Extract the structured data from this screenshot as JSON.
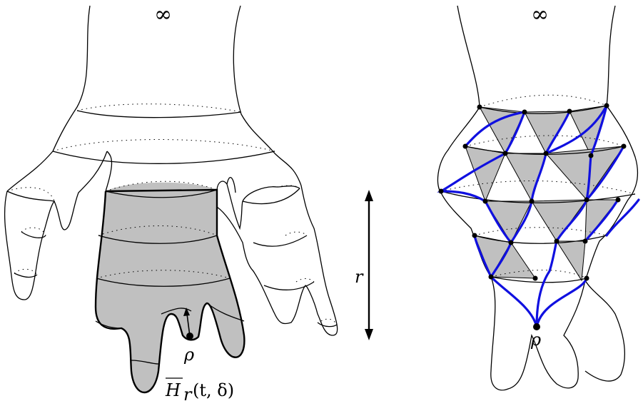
{
  "left_panel": {
    "infinity_label": "∞",
    "root_label": "ρ",
    "height_label": "r",
    "region_label_main": "H",
    "region_label_sub": "r",
    "region_label_args": "(t, δ)"
  },
  "right_panel": {
    "infinity_label": "∞",
    "root_label": "ρ"
  },
  "colors": {
    "shading": "#c0c0c0",
    "paths": "#1010e0",
    "ink": "#000000"
  }
}
